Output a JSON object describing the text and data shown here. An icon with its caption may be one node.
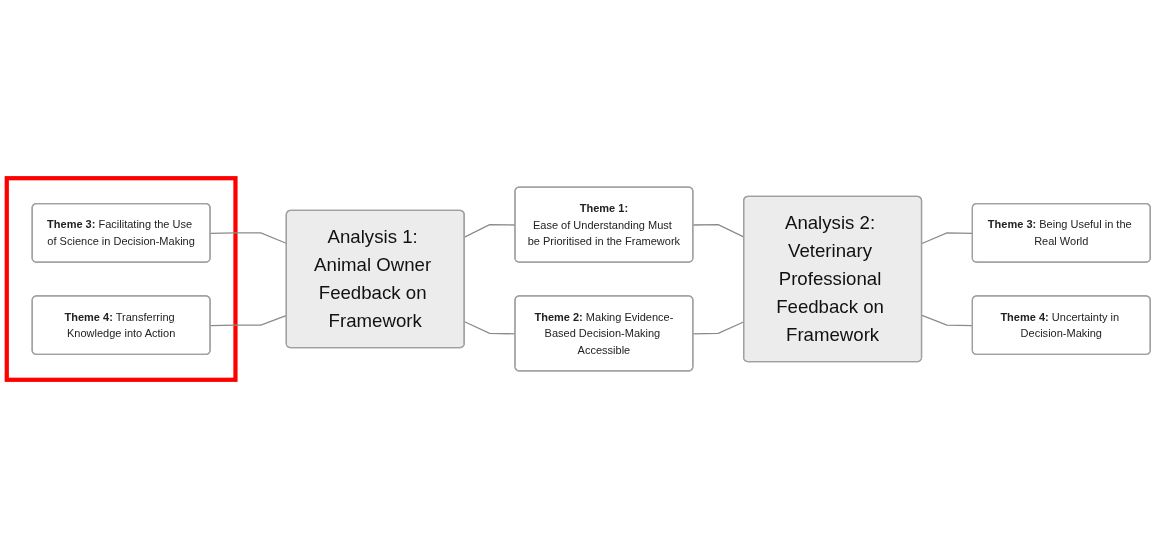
{
  "diagram": {
    "nodes": [
      {
        "text": [],
        "shape": "box"
      },
      {
        "text": [
          "**Theme 3:** Facilitating the Use of Science in Decision-Making"
        ],
        "in": 0
      },
      {
        "text": [
          "**Theme 4:** Transferring Knowledge into Action"
        ],
        "in": 0
      },
      {
        "text": [
          "Analysis 1: Animal Owner Feedback on Framework"
        ]
      },
      {
        "text": [
          "**Theme 1:**",
          "Ease of Understanding Must be Prioritised in the Framework"
        ]
      },
      {
        "text": [
          "**Theme 2:** Making Evidence-Based Decision-Making Accessible"
        ]
      },
      {
        "text": [
          "Analysis 2: Veterinary Professional Feedback on Framework"
        ]
      },
      {
        "text": [
          "**Theme 3:** Being Useful in the Real World"
        ]
      },
      {
        "text": [
          "**Theme 4:** Uncertainty in Decision-Making"
        ]
      }
    ],
    "edges": [
      {
        "from": 1,
        "to": 3,
        "arrow": "none"
      },
      {
        "from": 2,
        "to": 3,
        "arrow": "none"
      },
      {
        "from": 3,
        "to": 4,
        "arrow": "none"
      },
      {
        "from": 3,
        "to": 5,
        "arrow": "none"
      },
      {
        "from": 4,
        "to": 6,
        "arrow": "none"
      },
      {
        "from": 5,
        "to": 6,
        "arrow": "none"
      },
      {
        "from": 6,
        "to": 7,
        "arrow": "none"
      },
      {
        "from": 6,
        "to": 8,
        "arrow": "none"
      }
    ]
  }
}
